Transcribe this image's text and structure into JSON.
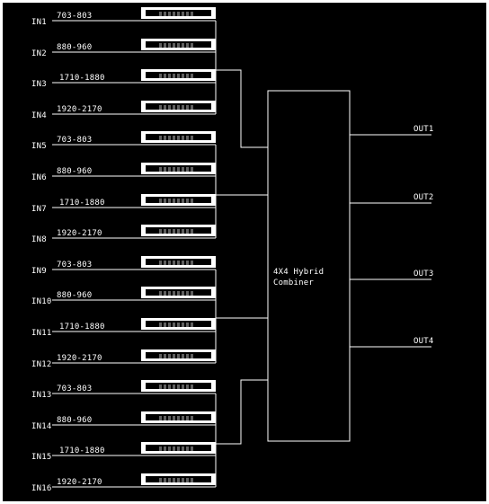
{
  "inputs": [
    {
      "port": "IN1",
      "band": "703-803"
    },
    {
      "port": "IN2",
      "band": "880-960"
    },
    {
      "port": "IN3",
      "band": "1710-1880"
    },
    {
      "port": "IN4",
      "band": "1920-2170"
    },
    {
      "port": "IN5",
      "band": "703-803"
    },
    {
      "port": "IN6",
      "band": "880-960"
    },
    {
      "port": "IN7",
      "band": "1710-1880"
    },
    {
      "port": "IN8",
      "band": "1920-2170"
    },
    {
      "port": "IN9",
      "band": "703-803"
    },
    {
      "port": "IN10",
      "band": "880-960"
    },
    {
      "port": "IN11",
      "band": "1710-1880"
    },
    {
      "port": "IN12",
      "band": "1920-2170"
    },
    {
      "port": "IN13",
      "band": "703-803"
    },
    {
      "port": "IN14",
      "band": "880-960"
    },
    {
      "port": "IN15",
      "band": "1710-1880"
    },
    {
      "port": "IN16",
      "band": "1920-2170"
    }
  ],
  "combiner": {
    "line1": "4X4 Hybrid",
    "line2": "Combiner"
  },
  "outputs": [
    "OUT1",
    "OUT2",
    "OUT3",
    "OUT4"
  ],
  "colors": {
    "background": "#000000",
    "line": "#ffffff",
    "frame": "#ffffff"
  }
}
